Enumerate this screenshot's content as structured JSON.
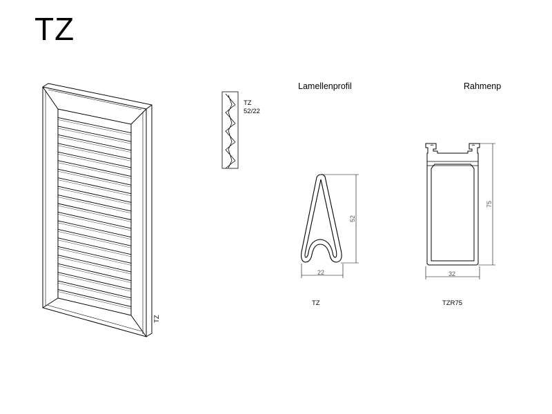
{
  "title": "TZ",
  "headings": {
    "lamellenprofil": "Lamellenprofil",
    "rahmenprofil": "Rahmenprofil"
  },
  "mini_profile": {
    "name": "TZ",
    "size": "52/22"
  },
  "lamella_profile": {
    "name": "TZ",
    "width": "22",
    "height": "52"
  },
  "frame_profile": {
    "name": "TZR75",
    "width": "32",
    "height": "75"
  },
  "shutter": {
    "side_label": "TZ",
    "slat_count": 22
  }
}
